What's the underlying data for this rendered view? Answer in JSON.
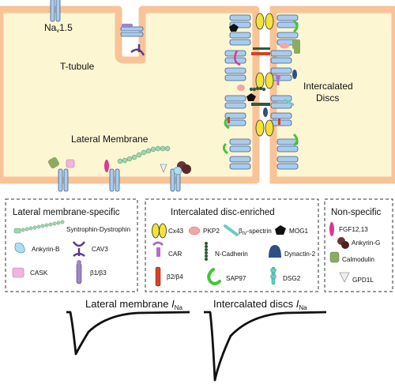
{
  "cell": {
    "nav_label": "Na",
    "nav_sub": "v",
    "nav_suffix": "1.5",
    "ttubule_label": "T-tubule",
    "lateral_membrane_label": "Lateral Membrane",
    "intercalated_label_line1": "Intercalated",
    "intercalated_label_line2": "Discs"
  },
  "legend": {
    "lateral": {
      "title": "Lateral membrane-specific",
      "items": [
        "Syntrophin-Dystrophin",
        "Ankyrin-B",
        "CAV3",
        "CASK",
        "β1/β3"
      ]
    },
    "intercalated": {
      "title": "Intercalated disc-enriched",
      "items": {
        "cx43": "Cx43",
        "pkp2": "PKP2",
        "spectrin_pre": "β",
        "spectrin_sub": "IV",
        "spectrin_post": "-spectrin",
        "mog1": "MOG1",
        "car": "CAR",
        "ncad": "N-Cadherin",
        "dynactin": "Dynactin-2",
        "b2b4": "β2/β4",
        "sap97": "SAP97",
        "dsg2": "DSG2"
      }
    },
    "nonspecific": {
      "title": "Non-specific",
      "items": [
        "FGF12,13",
        "Ankyrin-G",
        "Calmodulin",
        "GPD1L"
      ]
    }
  },
  "traces": {
    "lateral": {
      "title": "Lateral membrane ",
      "italic": "I",
      "sub": "Na"
    },
    "intercalated": {
      "title": "Intercalated discs ",
      "italic": "I",
      "sub": "Na"
    }
  },
  "colors": {
    "cytoplasm": "#fdf6d3",
    "membrane": "#f9c398",
    "channel": "#a9cbee",
    "channel_stroke": "#3c5f86",
    "cx43": "#f2e23a",
    "pkp2": "#f4a6a6",
    "n_cadherin": "#2f5a3a",
    "sap97": "#45c43a",
    "beta2_4": "#d54326",
    "car": "#b36ec9",
    "syntrophin": "#9fd6b0",
    "fgf": "#e0368f",
    "ankyrin_g": "#6b3434",
    "calmodulin": "#8caa64",
    "cask": "#f2b4df",
    "cav3": "#5a3a86"
  }
}
